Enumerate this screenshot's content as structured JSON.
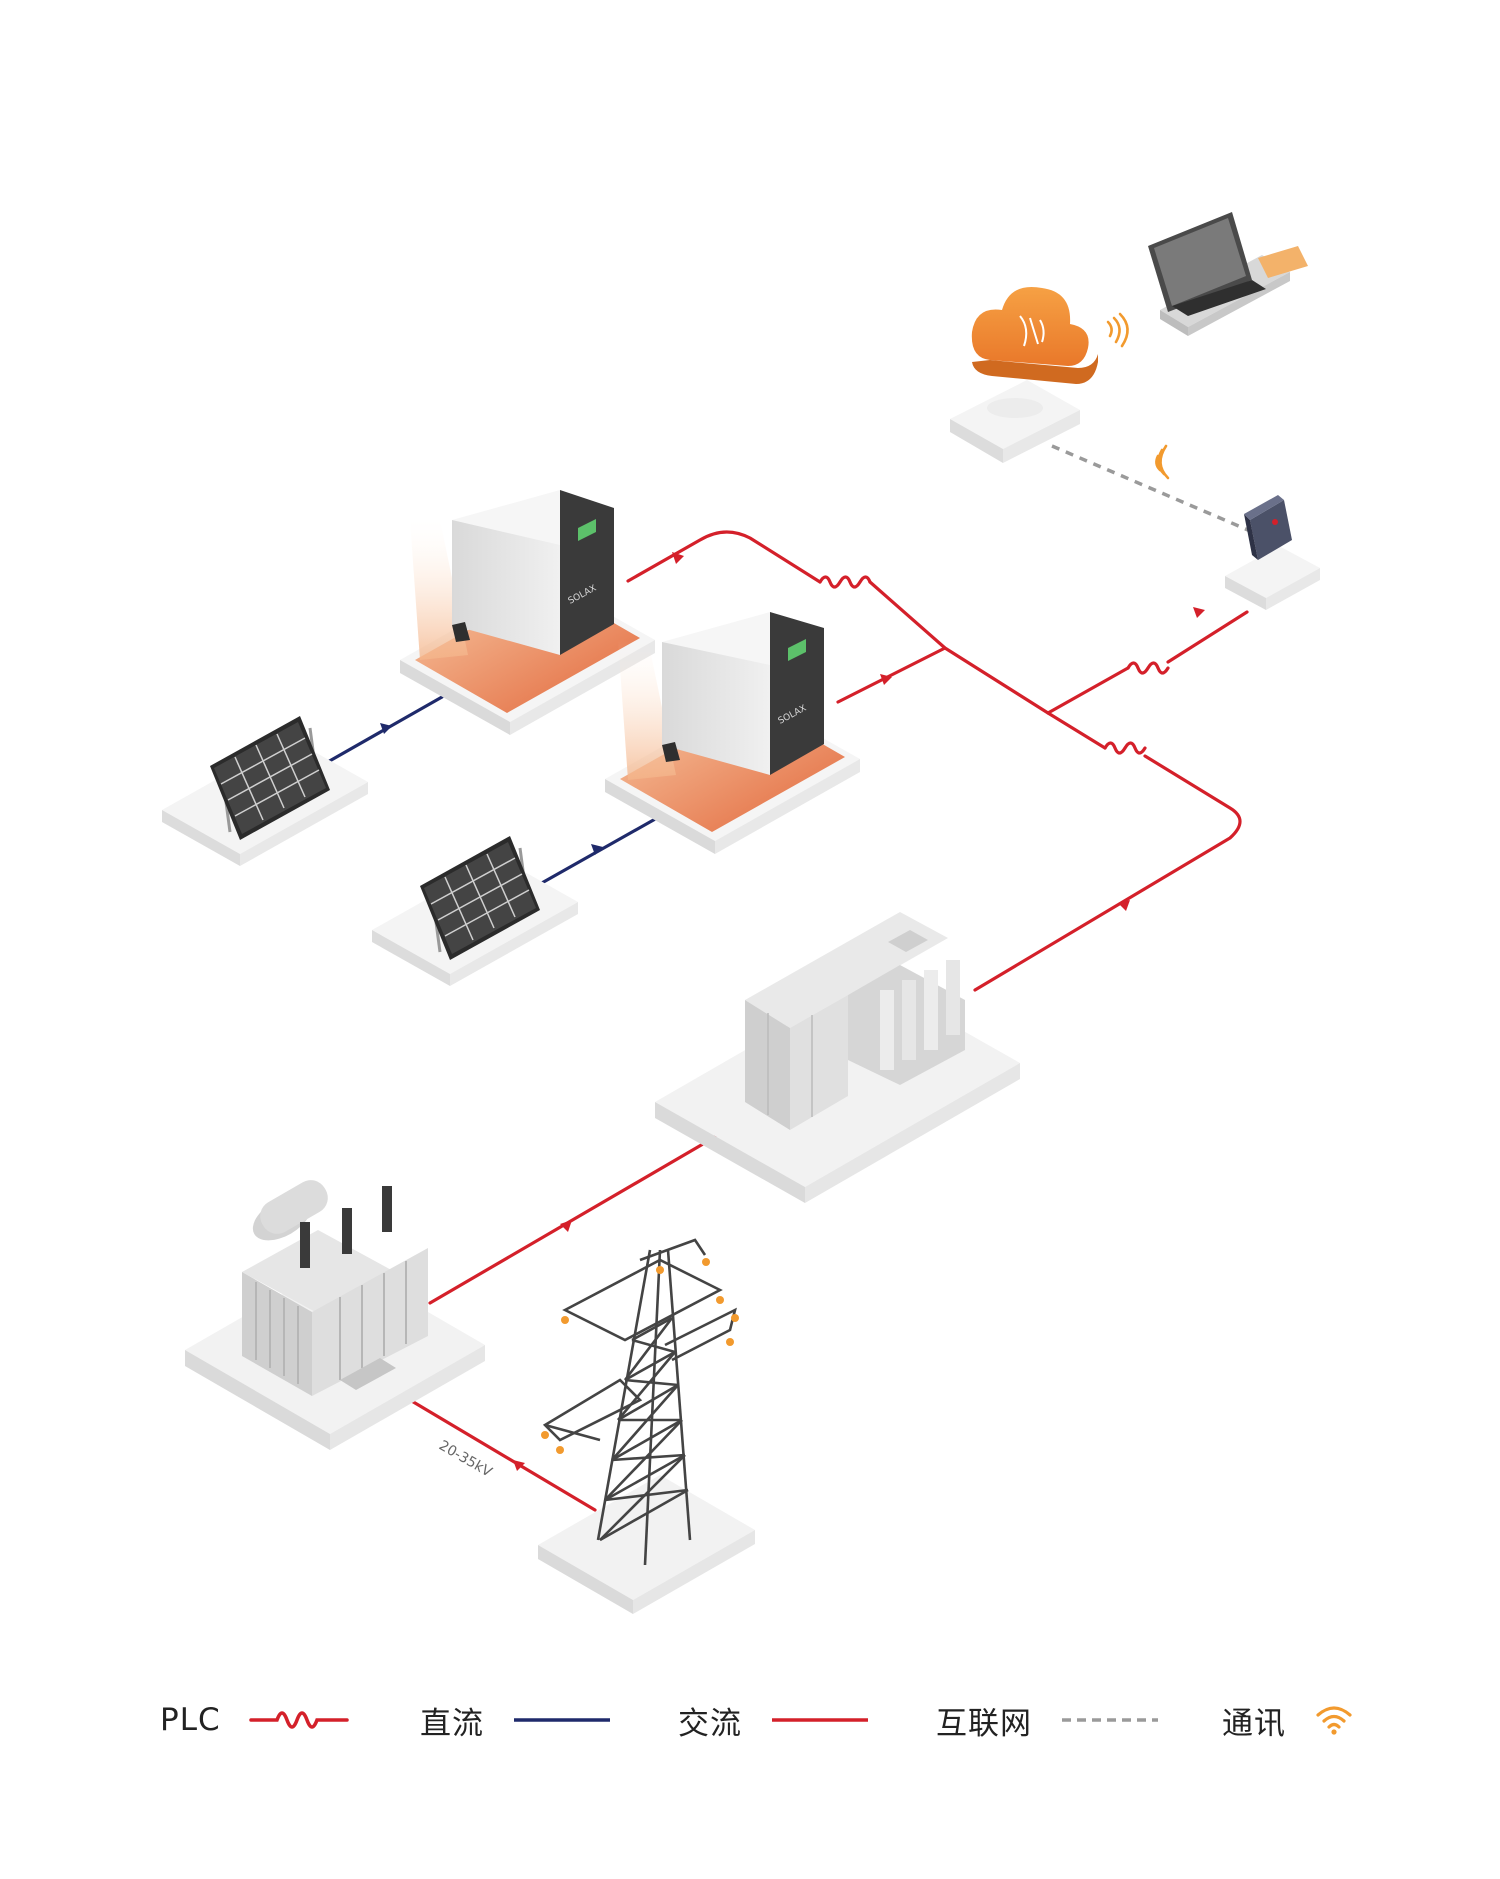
{
  "diagram": {
    "voltage_label": "20-35kV",
    "inverter_brand": "SOLAX"
  },
  "legend": {
    "plc": "PLC",
    "dc": "直流",
    "ac": "交流",
    "internet": "互联网",
    "comms": "通讯"
  },
  "colors": {
    "ac_line": "#d4202a",
    "dc_line": "#1f2a6b",
    "internet_line": "#9a9a9a",
    "wifi": "#f29a2e",
    "cloud": "#f08a2a",
    "platform_glow": "#e8734a"
  },
  "icons": [
    "cloud-icon",
    "laptop-icon",
    "router-icon",
    "dongle-icon",
    "inverter-icon",
    "solar-panel-icon",
    "switchgear-icon",
    "transformer-icon",
    "transmission-tower-icon",
    "wifi-icon"
  ]
}
